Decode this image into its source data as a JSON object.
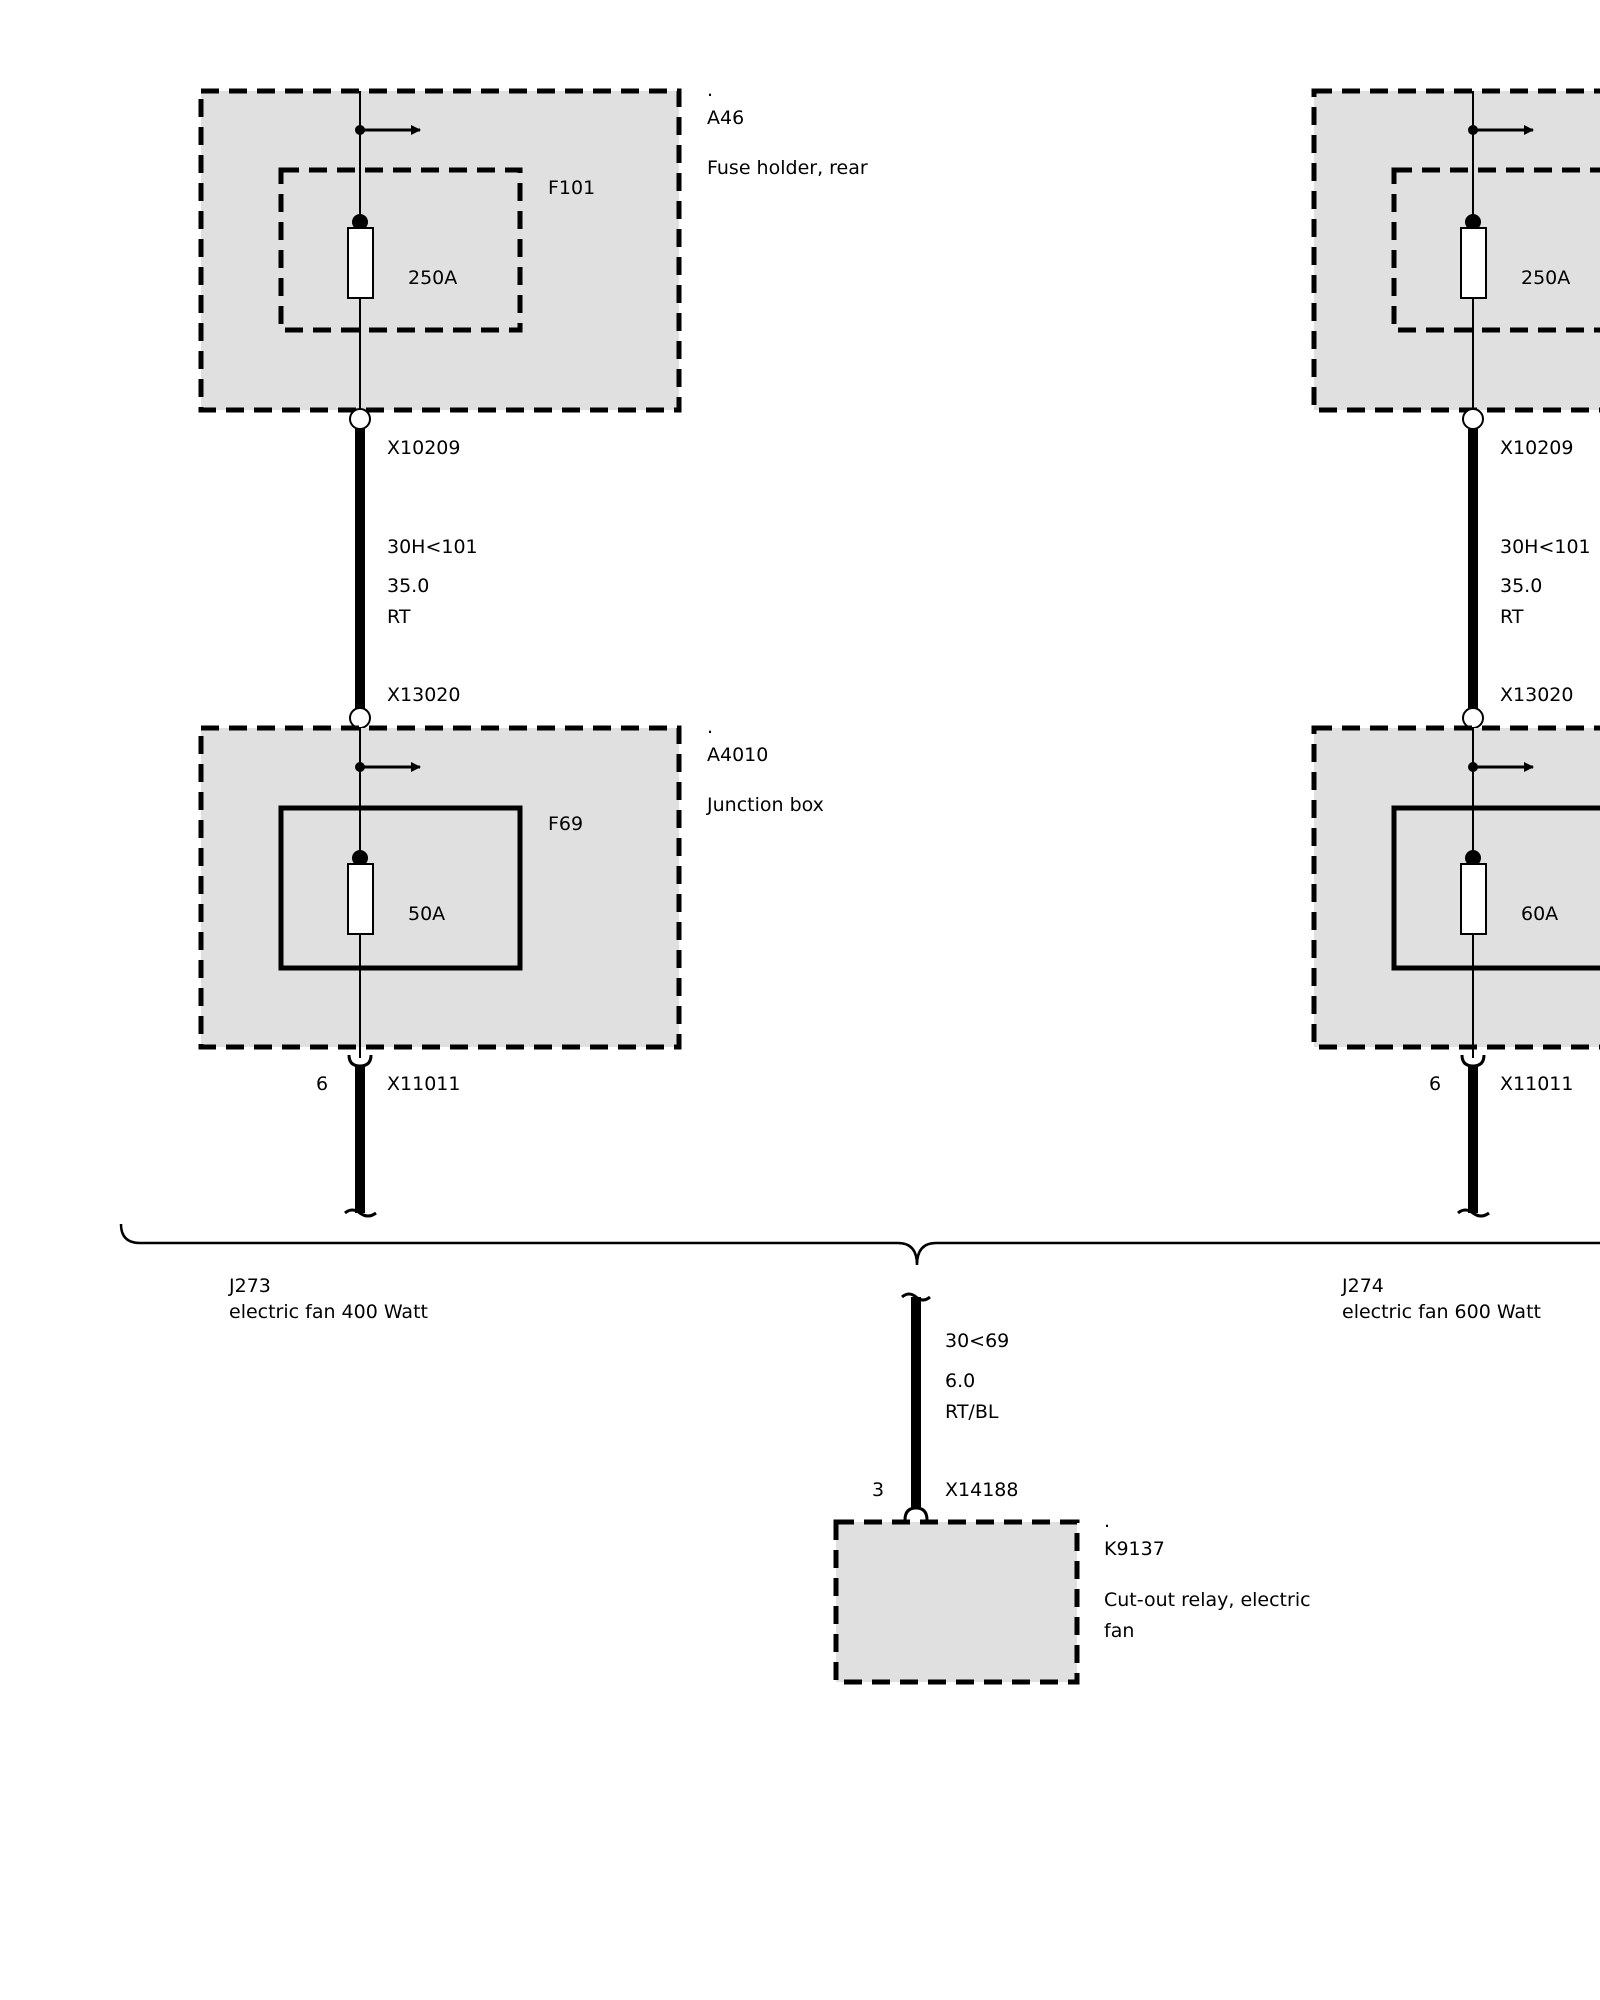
{
  "page": {
    "colors": {
      "module_fill": "#e0e0e0",
      "line": "#000000",
      "background": "#ffffff"
    }
  },
  "left": {
    "a46": {
      "dot": ".",
      "id": "A46",
      "desc": "Fuse holder, rear",
      "fuse_id": "F101",
      "fuse_rating": "250A"
    },
    "upper_connector": "X10209",
    "cable": {
      "circuit": "30H<101",
      "cross_section": "35.0",
      "color_code": "RT"
    },
    "lower_connector": "X13020",
    "a4010": {
      "dot": ".",
      "id": "A4010",
      "desc": "Junction box",
      "fuse_id": "F69",
      "fuse_rating": "50A"
    },
    "out_pin": "6",
    "out_connector": "X11011"
  },
  "right": {
    "a46": {
      "fuse_rating": "250A"
    },
    "upper_connector": "X10209",
    "cable": {
      "circuit": "30H<101",
      "cross_section": "35.0",
      "color_code": "RT"
    },
    "lower_connector": "X13020",
    "a4010": {
      "fuse_rating": "60A"
    },
    "out_pin": "6",
    "out_connector": "X11011"
  },
  "variants": {
    "j273": {
      "id": "J273",
      "desc": "electric fan 400 Watt"
    },
    "j274": {
      "id": "J274",
      "desc": "electric fan 600 Watt"
    }
  },
  "bottom_cable": {
    "circuit": "30<69",
    "cross_section": "6.0",
    "color_code": "RT/BL"
  },
  "relay": {
    "pin": "3",
    "connector": "X14188",
    "dot": ".",
    "id": "K9137",
    "desc_line1": "Cut-out relay, electric",
    "desc_line2": "fan"
  }
}
